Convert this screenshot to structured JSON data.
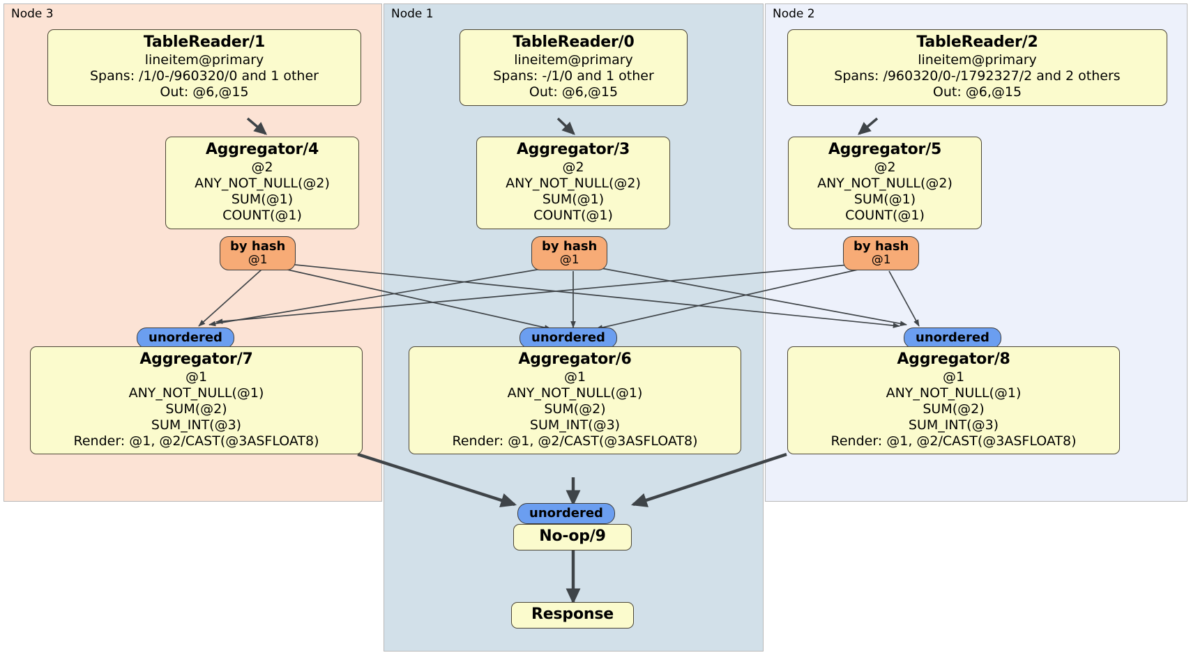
{
  "diagram": {
    "type": "distributed-query-execution-plan",
    "clusters": [
      {
        "id": "node3",
        "label": "Node 3",
        "color": "#fce3d5"
      },
      {
        "id": "node1",
        "label": "Node 1",
        "color": "#d2e0e9"
      },
      {
        "id": "node2",
        "label": "Node 2",
        "color": "#edf1fb"
      }
    ],
    "colors": {
      "processor_fill": "#fbfbcd",
      "processor_stroke": "#4a4434",
      "hash_router_fill": "#f7ab76",
      "unordered_router_fill": "#6b9ef0",
      "edge_stroke": "#3f4448"
    },
    "processors": {
      "table_reader_1": {
        "title": "TableReader/1",
        "lines": [
          "lineitem@primary",
          "Spans: /1/0-/960320/0 and 1 other",
          "Out: @6,@15"
        ]
      },
      "table_reader_0": {
        "title": "TableReader/0",
        "lines": [
          "lineitem@primary",
          "Spans: -/1/0 and 1 other",
          "Out: @6,@15"
        ]
      },
      "table_reader_2": {
        "title": "TableReader/2",
        "lines": [
          "lineitem@primary",
          "Spans: /960320/0-/1792327/2 and 2 others",
          "Out: @6,@15"
        ]
      },
      "aggregator_4": {
        "title": "Aggregator/4",
        "lines": [
          "@2",
          "ANY_NOT_NULL(@2)",
          "SUM(@1)",
          "COUNT(@1)"
        ]
      },
      "aggregator_3": {
        "title": "Aggregator/3",
        "lines": [
          "@2",
          "ANY_NOT_NULL(@2)",
          "SUM(@1)",
          "COUNT(@1)"
        ]
      },
      "aggregator_5": {
        "title": "Aggregator/5",
        "lines": [
          "@2",
          "ANY_NOT_NULL(@2)",
          "SUM(@1)",
          "COUNT(@1)"
        ]
      },
      "aggregator_7": {
        "title": "Aggregator/7",
        "lines": [
          "@1",
          "ANY_NOT_NULL(@1)",
          "SUM(@2)",
          "SUM_INT(@3)",
          "Render: @1, @2/CAST(@3ASFLOAT8)"
        ]
      },
      "aggregator_6": {
        "title": "Aggregator/6",
        "lines": [
          "@1",
          "ANY_NOT_NULL(@1)",
          "SUM(@2)",
          "SUM_INT(@3)",
          "Render: @1, @2/CAST(@3ASFLOAT8)"
        ]
      },
      "aggregator_8": {
        "title": "Aggregator/8",
        "lines": [
          "@1",
          "ANY_NOT_NULL(@1)",
          "SUM(@2)",
          "SUM_INT(@3)",
          "Render: @1, @2/CAST(@3ASFLOAT8)"
        ]
      },
      "noop_9": {
        "title": "No-op/9",
        "lines": []
      },
      "response": {
        "title": "Response",
        "lines": []
      }
    },
    "routers": {
      "hash_left": {
        "main": "by hash",
        "sub": "@1"
      },
      "hash_middle": {
        "main": "by hash",
        "sub": "@1"
      },
      "hash_right": {
        "main": "by hash",
        "sub": "@1"
      },
      "unordered_left": {
        "main": "unordered",
        "sub": ""
      },
      "unordered_middle": {
        "main": "unordered",
        "sub": ""
      },
      "unordered_right": {
        "main": "unordered",
        "sub": ""
      },
      "unordered_final": {
        "main": "unordered",
        "sub": ""
      }
    }
  }
}
